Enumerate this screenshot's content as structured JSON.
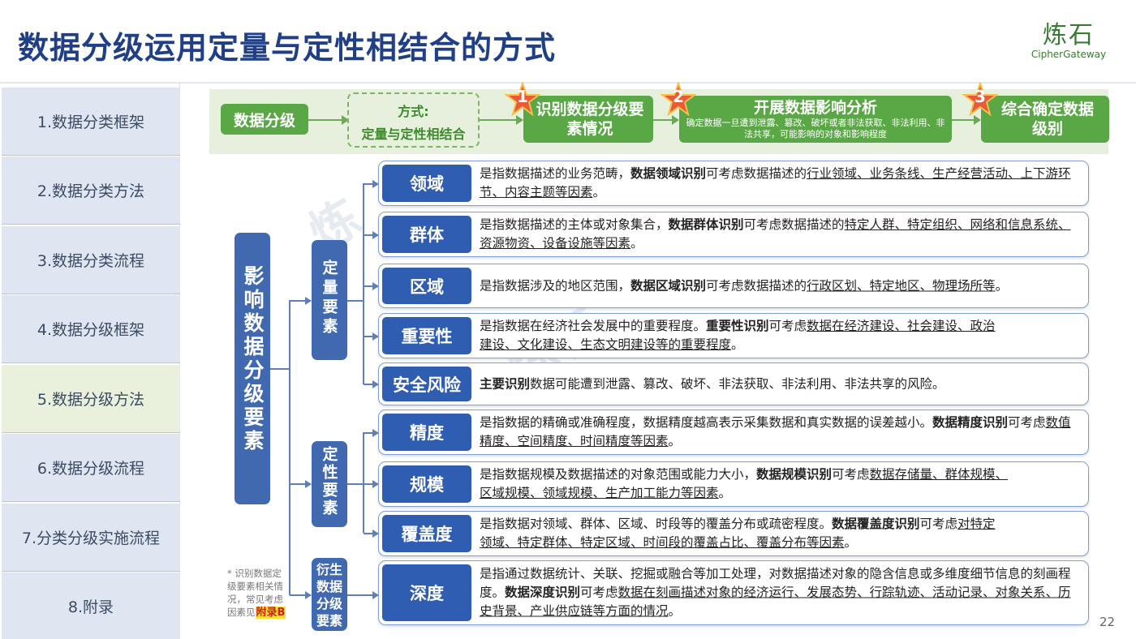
{
  "header": {
    "title": "数据分级运用定量与定性相结合的方式",
    "page_number": "22"
  },
  "logo": {
    "cn": "炼石",
    "en": "CipherGateway"
  },
  "sidebar": {
    "items": [
      {
        "label": "1.数据分类框架"
      },
      {
        "label": "2.数据分类方法"
      },
      {
        "label": "3.数据分类流程"
      },
      {
        "label": "4.数据分级框架"
      },
      {
        "label": "5.数据分级方法",
        "active": true
      },
      {
        "label": "6.数据分级流程"
      },
      {
        "label": "7.分类分级实施流程"
      },
      {
        "label": "8.附录"
      }
    ]
  },
  "flow": {
    "start": "数据分级",
    "method_title": "方式:",
    "method_value": "定量与定性相结合",
    "step1_num": "1",
    "step1": "识别数据分级要素情况",
    "step2_num": "2",
    "step2_title": "开展数据影响分析",
    "step2_desc": "确定数据一旦遭到泄露、篡改、破坏或者非法获取、非法利用、非法共享，可能影响的对象和影响程度",
    "step3_num": "3",
    "step3": "综合确定数据级别"
  },
  "tree": {
    "root": "影响数据分级要素",
    "quant": "定量要素",
    "qual": "定性要素",
    "derived": "衍生数据分级要素"
  },
  "rows": [
    {
      "label": "领域",
      "pre": "是指数据描述的业务范畴，",
      "bold": "数据领域识别",
      "mid": "可考虑数据描述的",
      "u": "行业领域、业务条线、生产经营活动、上下游环节、内容主题等因素",
      "post": "。"
    },
    {
      "label": "群体",
      "pre": "是指数据描述的主体或对象集合，",
      "bold": "数据群体识别",
      "mid": "可考虑数据描述的",
      "u": "特定人群、特定组织、网络和信息系统、资源物资、设备设施等因素",
      "post": "。"
    },
    {
      "label": "区域",
      "pre": "是指数据涉及的地区范围，",
      "bold": "数据区域识别",
      "mid": "可考虑数据描述的",
      "u": "行政区划、特定地区、物理场所等",
      "post": "。"
    },
    {
      "label": "重要性",
      "pre": "是指数据在经济社会发展中的重要程度。",
      "bold": "重要性识别",
      "mid": "可考虑",
      "u": "数据在经济建设、社会建设、政治建设、文化建设、生态文明建设等的重要程度",
      "post": "。"
    },
    {
      "label": "安全风险",
      "pre": "",
      "bold": "主要识别",
      "mid": "数据可能遭到泄露、篡改、破坏、非法获取、非法利用、非法共享的风险。",
      "u": "",
      "post": ""
    },
    {
      "label": "精度",
      "pre": "是指数据的精确或准确程度，数据精度越高表示采集数据和真实数据的误差越小。",
      "bold": "数据精度识别",
      "mid": "可考虑",
      "u": "数值精度、空间精度、时间精度等因素",
      "post": "。"
    },
    {
      "label": "规模",
      "pre": "是指数据规模及数据描述的对象范围或能力大小，",
      "bold": "数据规模识别",
      "mid": "可考虑",
      "u": "数据存储量、群体规模、区域规模、领域规模、生产加工能力等因素",
      "post": "。"
    },
    {
      "label": "覆盖度",
      "pre": "是指数据对领域、群体、区域、时段等的覆盖分布或疏密程度。",
      "bold": "数据覆盖度识别",
      "mid": "可考虑",
      "u": "对特定领域、特定群体、特定区域、时间段的覆盖占比、覆盖分布等因素",
      "post": "。"
    },
    {
      "label": "深度",
      "pre": "是指通过数据统计、关联、挖掘或融合等加工处理，对数据描述对象的隐含信息或多维度细节信息的刻画程度。",
      "bold": "数据深度识别",
      "mid": "可考虑",
      "u": "数据在刻画描述对象的经济运行、发展态势、行踪轨迹、活动记录、对象关系、历史背景、产业供应链等方面的情况",
      "post": "。"
    }
  ],
  "note": {
    "text": "* 识别数据定级要素相关情况，常见考虑因素见",
    "link": "附录B"
  },
  "colors": {
    "title": "#1f3f86",
    "green": "#5aa845",
    "blue": "#2f5db1",
    "sidebar": "#dfe6f1",
    "sidebar_active": "#e9f0db"
  }
}
